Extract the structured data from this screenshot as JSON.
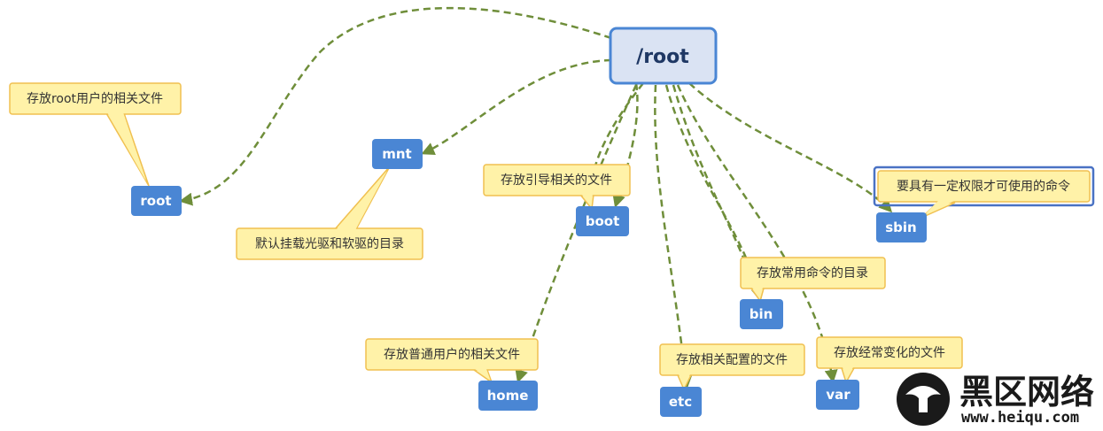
{
  "root_node": {
    "label": "/root"
  },
  "nodes": {
    "root": "root",
    "mnt": "mnt",
    "boot": "boot",
    "home": "home",
    "etc": "etc",
    "bin": "bin",
    "var": "var",
    "sbin": "sbin"
  },
  "callouts": {
    "root": "存放root用户的相关文件",
    "mnt": "默认挂载光驱和软驱的目录",
    "boot": "存放引导相关的文件",
    "home": "存放普通用户的相关文件",
    "etc": "存放相关配置的文件",
    "bin": "存放常用命令的目录",
    "var": "存放经常变化的文件",
    "sbin": "要具有一定权限才可使用的命令"
  },
  "watermark": {
    "title": "黑区网络",
    "url": "www.heiqu.com"
  },
  "colors": {
    "node_fill": "#4a86d4",
    "root_fill": "#dae3f3",
    "root_stroke": "#4a86d4",
    "callout_fill": "#fff2a8",
    "callout_stroke": "#f0c050",
    "edge": "#6f8e3a"
  }
}
